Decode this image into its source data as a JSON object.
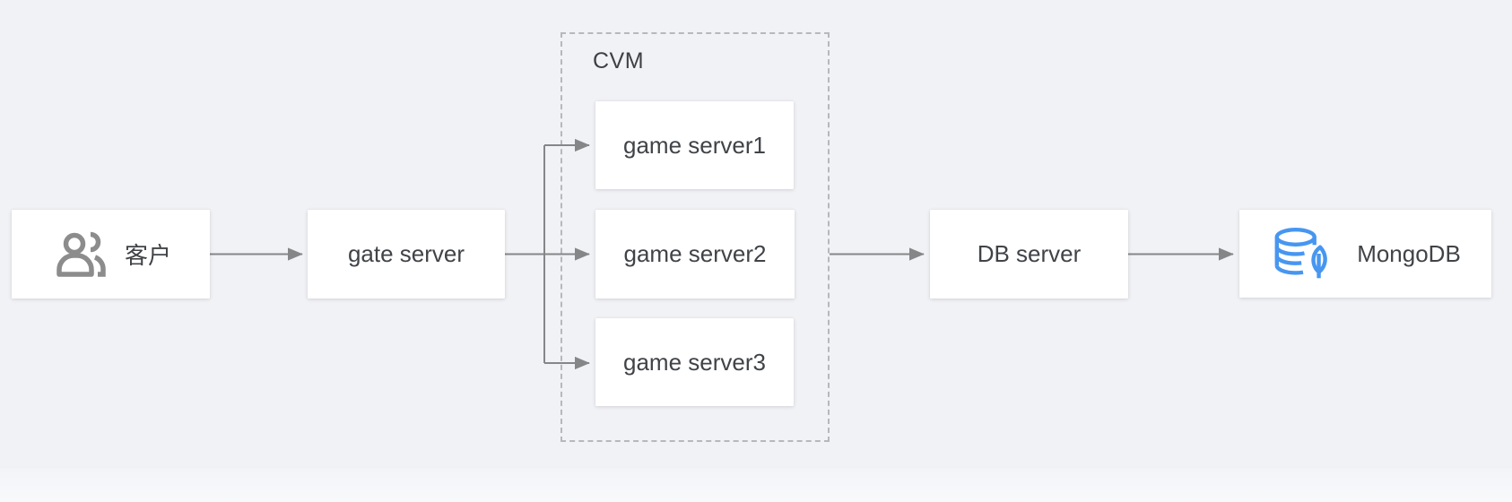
{
  "diagram": {
    "group": {
      "label": "CVM"
    },
    "nodes": {
      "client": {
        "label": "客户",
        "icon": "users-icon"
      },
      "gate": {
        "label": "gate server"
      },
      "game1": {
        "label": "game server1"
      },
      "game2": {
        "label": "game server2"
      },
      "game3": {
        "label": "game server3"
      },
      "db": {
        "label": "DB server"
      },
      "mongo": {
        "label": "MongoDB",
        "icon": "mongodb-icon"
      }
    },
    "edges": [
      {
        "from": "client",
        "to": "gate server"
      },
      {
        "from": "gate server",
        "to": "game server1"
      },
      {
        "from": "gate server",
        "to": "game server2"
      },
      {
        "from": "gate server",
        "to": "game server3"
      },
      {
        "from": "CVM",
        "to": "DB server"
      },
      {
        "from": "DB server",
        "to": "MongoDB"
      }
    ],
    "colors": {
      "background": "#f1f2f6",
      "node_background": "#ffffff",
      "arrow": "#848688",
      "dashed_border": "#b6b8bc",
      "text": "#404347",
      "users_icon": "#8c8c8c",
      "mongodb_icon": "#4796f0"
    }
  }
}
